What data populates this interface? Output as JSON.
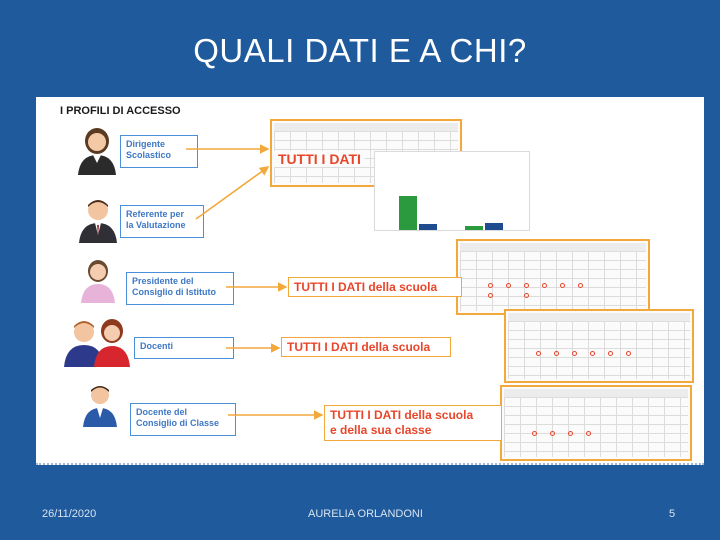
{
  "slide": {
    "title": "QUALI DATI E A CHI?",
    "heading": "I PROFILI DI ACCESSO"
  },
  "roles": [
    {
      "label": "Dirigente\nScolastico",
      "icon": "female-person-icon"
    },
    {
      "label": "Referente per\nla Valutazione",
      "icon": "male-person-icon"
    },
    {
      "label": "Presidente del\nConsiglio di Istituto",
      "icon": "female-person-icon"
    },
    {
      "label": "Docenti",
      "icon": "group-icon"
    },
    {
      "label": "Docente del\nConsiglio di Classe",
      "icon": "male-person-icon"
    }
  ],
  "tags": {
    "all_data": "TUTTI I DATI",
    "school_data_1": "TUTTI I DATI della scuola",
    "school_data_2": "TUTTI I DATI della scuola",
    "class_data_line1": "TUTTI I DATI della scuola",
    "class_data_line2": "e della sua classe"
  },
  "colors": {
    "background": "#1f5a9c",
    "role_border": "#4a90d9",
    "tag_text": "#e8452a",
    "tag_border": "#f3a83b"
  },
  "footer": {
    "date": "26/11/2020",
    "author": "AURELIA ORLANDONI",
    "page": "5"
  }
}
